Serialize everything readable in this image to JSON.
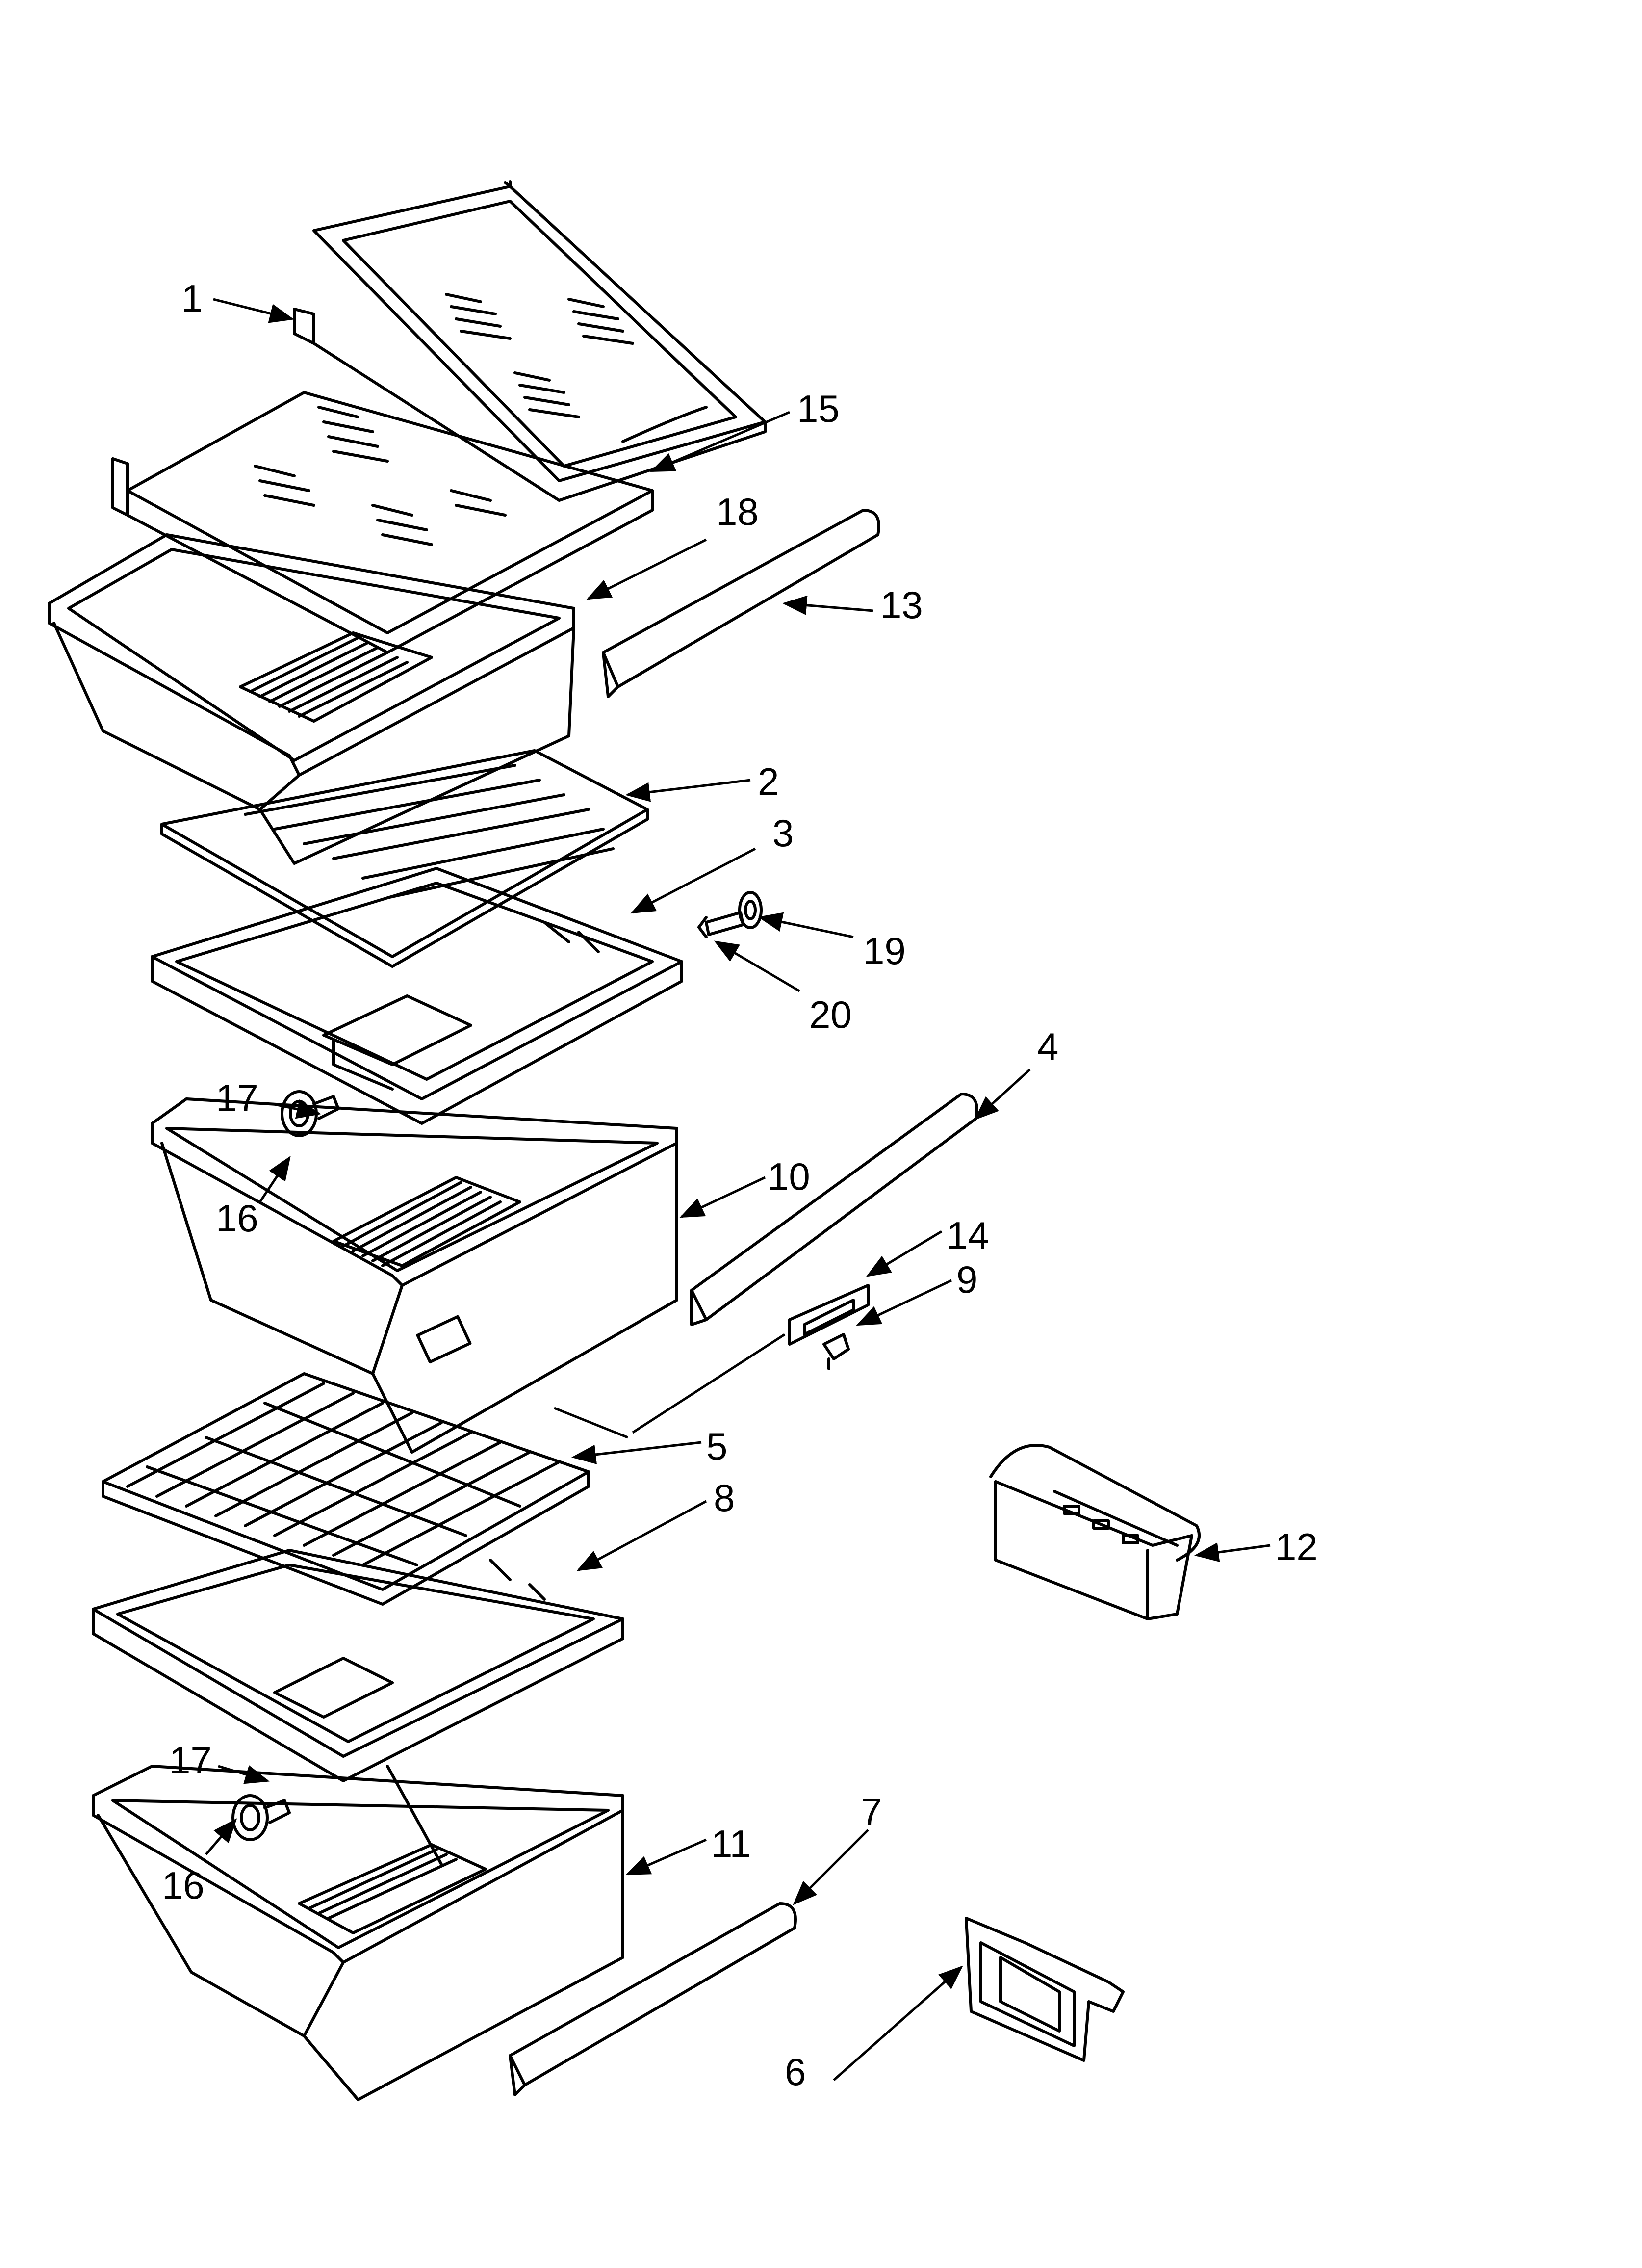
{
  "diagram": {
    "callouts": [
      "1",
      "15",
      "18",
      "13",
      "2",
      "3",
      "19",
      "20",
      "17",
      "16",
      "4",
      "10",
      "14",
      "9",
      "5",
      "8",
      "12",
      "17",
      "16",
      "11",
      "7",
      "6"
    ]
  }
}
